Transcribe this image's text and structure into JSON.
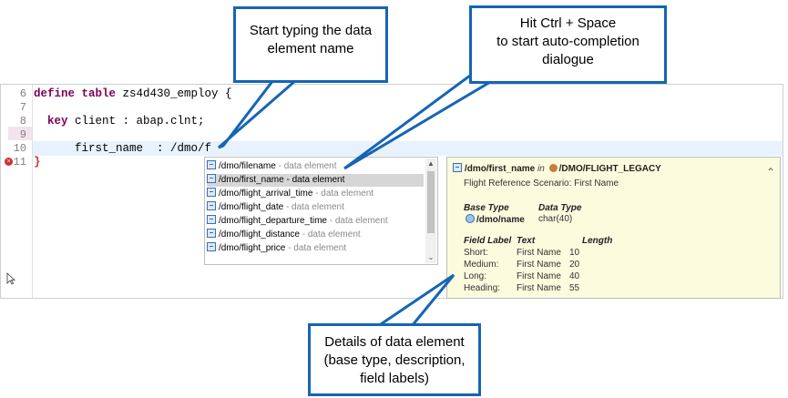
{
  "editor": {
    "lines": [
      {
        "num": "6",
        "pre": "",
        "keyword": "define table",
        "rest": " zs4d430_employ {"
      },
      {
        "num": "7",
        "pre": "",
        "keyword": "",
        "rest": ""
      },
      {
        "num": "8",
        "pre": "  ",
        "keyword": "key",
        "rest": " client : abap.clnt;"
      },
      {
        "num": "9",
        "pre": "",
        "keyword": "",
        "rest": ""
      },
      {
        "num": "10",
        "pre": "",
        "keyword": "",
        "rest": "      first_name  : /dmo/f"
      },
      {
        "num": "11",
        "pre": "",
        "keyword": "",
        "rest": "}"
      }
    ]
  },
  "completion": {
    "items": [
      {
        "name": "/dmo/filename",
        "kind": " - data element",
        "selected": false
      },
      {
        "name": "/dmo/first_name - data element",
        "kind": "",
        "selected": true
      },
      {
        "name": "/dmo/flight_arrival_time",
        "kind": " - data element",
        "selected": false
      },
      {
        "name": "/dmo/flight_date",
        "kind": " - data element",
        "selected": false
      },
      {
        "name": "/dmo/flight_departure_time",
        "kind": " - data element",
        "selected": false
      },
      {
        "name": "/dmo/flight_distance",
        "kind": " - data element",
        "selected": false
      },
      {
        "name": "/dmo/flight_price",
        "kind": " - data element",
        "selected": false
      }
    ]
  },
  "details": {
    "element": "/dmo/first_name",
    "in_label": "in",
    "package": "/DMO/FLIGHT_LEGACY",
    "description": "Flight Reference Scenario: First Name",
    "base_type_label": "Base Type",
    "data_type_label": "Data Type",
    "base_type": "/dmo/name",
    "data_type": "char(40)",
    "field_label_header": "Field Label",
    "text_header": "Text",
    "length_header": "Length",
    "labels": [
      {
        "label": "Short:",
        "text": "First Name",
        "length": "10"
      },
      {
        "label": "Medium:",
        "text": "First Name",
        "length": "20"
      },
      {
        "label": "Long:",
        "text": "First Name",
        "length": "40"
      },
      {
        "label": "Heading:",
        "text": "First Name",
        "length": "55"
      }
    ]
  },
  "callouts": {
    "typing": [
      "Start typing the data",
      "element name"
    ],
    "ctrl_space": [
      "Hit Ctrl + Space",
      "to start auto-completion",
      "dialogue"
    ],
    "details": [
      "Details of data element",
      "(base type, description,",
      "field labels)"
    ]
  },
  "colors": {
    "callout_border": "#1565b4",
    "keyword": "#7f0055",
    "detail_bg": "#fbfbde",
    "current_line": "#e8f2fe"
  }
}
